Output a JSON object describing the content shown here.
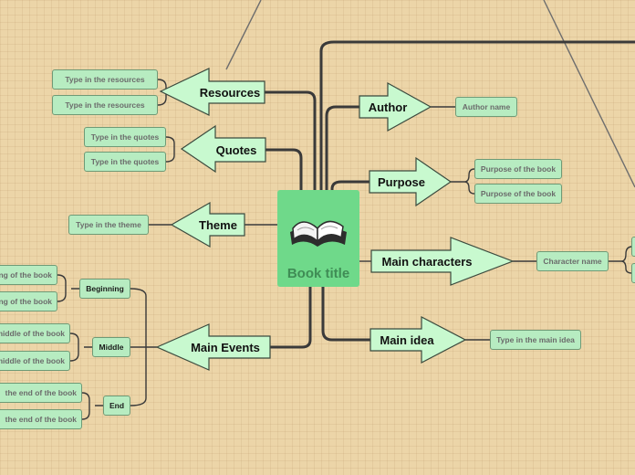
{
  "central": {
    "title": "Book title",
    "icon": "open-book-icon"
  },
  "colors": {
    "background": "#ecd5a8",
    "topic_fill": "#c8f9cf",
    "topic_border": "#3b4a3e",
    "subtopic_fill": "#b7ecc1",
    "central_fill": "#6fd98a",
    "connector": "#3a3a3a"
  },
  "left_branches": {
    "resources": {
      "label": "Resources",
      "children": [
        "Type in the resources",
        "Type in the resources"
      ]
    },
    "quotes": {
      "label": "Quotes",
      "children": [
        "Type in the quotes",
        "Type in the quotes"
      ]
    },
    "theme": {
      "label": "Theme",
      "children": [
        "Type in the theme"
      ]
    },
    "main_events": {
      "label": "Main Events",
      "groups": [
        {
          "label": "Beginning",
          "children": [
            "ng of the book",
            "ng of the book"
          ]
        },
        {
          "label": "Middle",
          "children": [
            "middle of the book",
            "middle of the book"
          ]
        },
        {
          "label": "End",
          "children": [
            "the end of the book",
            "the end of the book"
          ]
        }
      ]
    }
  },
  "right_branches": {
    "author": {
      "label": "Author",
      "children": [
        "Author name"
      ]
    },
    "purpose": {
      "label": "Purpose",
      "children": [
        "Purpose of the book",
        "Purpose of the book"
      ]
    },
    "main_characters": {
      "label": "Main characters",
      "children": [
        "Character name"
      ]
    },
    "main_idea": {
      "label": "Main idea",
      "children": [
        "Type in the main idea"
      ]
    }
  }
}
